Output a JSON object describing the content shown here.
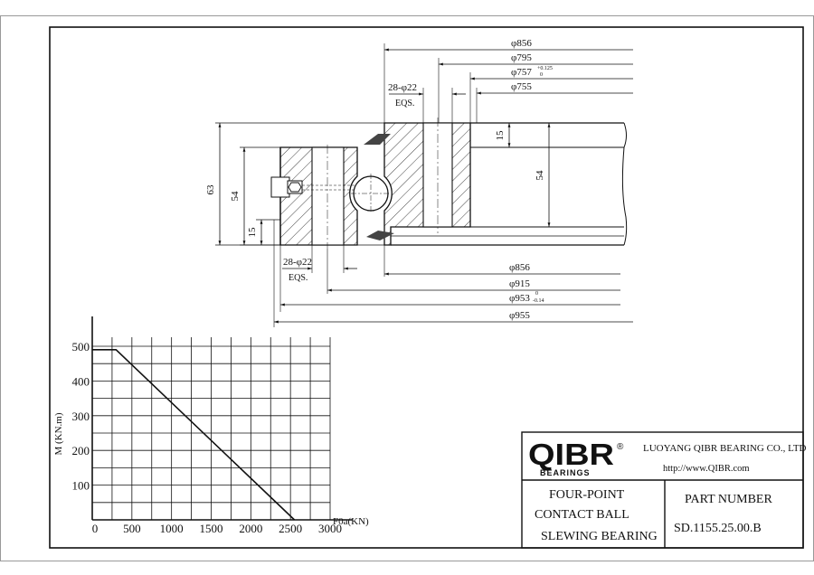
{
  "drawing": {
    "dimensions_top": {
      "d856": "φ856",
      "d795": "φ795",
      "d757": "φ757",
      "d757_tol_upper": "+0.125",
      "d757_tol_lower": "0",
      "d755": "φ755",
      "holes_inner": "28-φ22",
      "holes_inner_eqs": "EQS."
    },
    "dimensions_bottom": {
      "holes_outer": "28-φ22",
      "holes_outer_eqs": "EQS.",
      "d856": "φ856",
      "d915": "φ915",
      "d953": "φ953",
      "d953_tol_upper": "0",
      "d953_tol_lower": "-0.14",
      "d955": "φ955"
    },
    "heights": {
      "total_63": "63",
      "outer_54": "54",
      "outer_15": "15",
      "inner_15": "15",
      "inner_54": "54"
    }
  },
  "chart_data": {
    "type": "line",
    "title": "",
    "xlabel": "F0a(KN)",
    "ylabel": "M (KN.m)",
    "xlim": [
      0,
      3000
    ],
    "ylim": [
      0,
      500
    ],
    "x_ticks": [
      "0",
      "500",
      "1000",
      "1500",
      "2000",
      "2500",
      "3000"
    ],
    "y_ticks": [
      "100",
      "200",
      "300",
      "400",
      "500"
    ],
    "grid": true,
    "series": [
      {
        "x": [
          0,
          300,
          2550
        ],
        "y": [
          490,
          490,
          0
        ]
      }
    ]
  },
  "title_block": {
    "logo": "QIBR",
    "logo_sub": "BEARINGS",
    "registered": "®",
    "company": "LUOYANG QIBR BEARING CO., LTD",
    "website": "http://www.QIBR.com",
    "description": [
      "FOUR-POINT",
      "CONTACT BALL",
      "SLEWING BEARING"
    ],
    "part_number_label": "PART NUMBER",
    "part_number": "SD.1155.25.00.B"
  }
}
